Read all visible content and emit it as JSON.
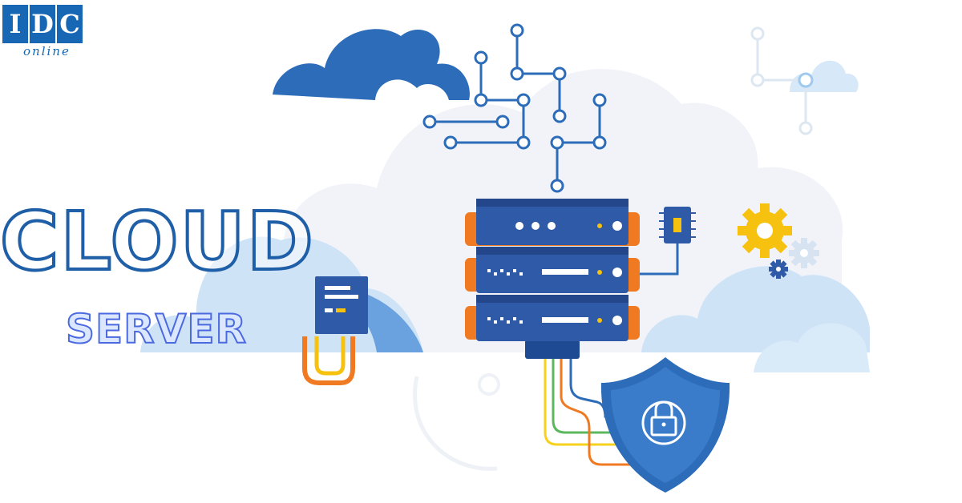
{
  "logo": {
    "letters": [
      "I",
      "D",
      "C"
    ],
    "tagline": "online"
  },
  "headline": "CLOUD",
  "subheadline": "SERVER",
  "colors": {
    "primary_blue": "#2c6cb9",
    "server_blue": "#2f5aa8",
    "accent_orange": "#f07a22",
    "accent_yellow": "#f6c10f",
    "accent_green": "#5cb85c",
    "cloud_light": "#cfe3f7",
    "cloud_white": "#f1f3f8"
  },
  "icons": [
    "cloud-icon",
    "server-rack-icon",
    "circuit-icon",
    "chip-icon",
    "gear-icon",
    "shield-lock-icon",
    "document-icon"
  ]
}
